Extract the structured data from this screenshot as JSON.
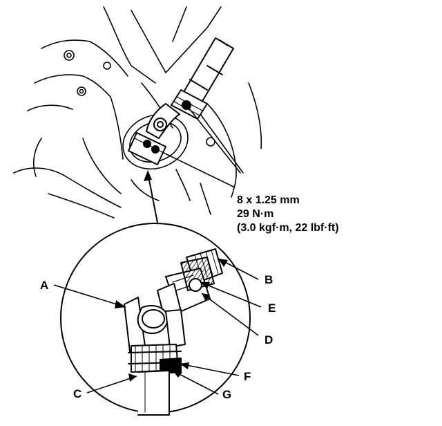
{
  "spec": {
    "line1": "8 x 1.25 mm",
    "line2": "29 N·m",
    "line3": "(3.0 kgf·m, 22 lbf·ft)"
  },
  "callouts": {
    "a": "A",
    "b": "B",
    "c": "C",
    "d": "D",
    "e": "E",
    "f": "F",
    "g": "G"
  },
  "colors": {
    "ink": "#000000",
    "background": "#ffffff"
  }
}
